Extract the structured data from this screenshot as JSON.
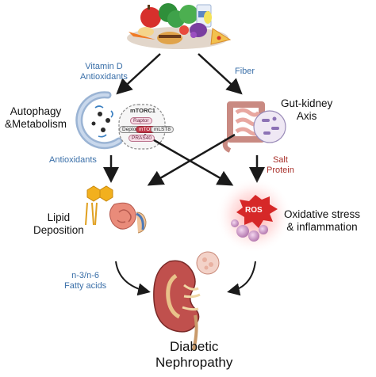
{
  "nodes": {
    "autophagy": "Autophagy\n&Metabolism",
    "gut_kidney": "Gut-kidney\nAxis",
    "lipid": "Lipid\nDeposition",
    "oxidative": "Oxidative stress\n& inflammation",
    "outcome": "Diabetic\nNephropathy"
  },
  "edges": {
    "vitamin": "Vitamin D\nAntioxidants",
    "fiber": "Fiber",
    "antioxidants": "Antioxidants",
    "salt": "Salt\nProtein",
    "fatty": "n-3/n-6\nFatty acids"
  },
  "mtorc": {
    "title": "mTORC1",
    "raptor": "Raptor",
    "mtor": "mTOR",
    "deptor": "Deptor",
    "mlst8": "mLST8",
    "pras40": "PRAS40"
  },
  "ros_label": "ROS",
  "colors": {
    "arrow": "#1a1a1a",
    "blue_text": "#3a6fa8",
    "red_text": "#a8302a",
    "ros": "#d62828",
    "kidney": "#c0504d",
    "intestine": "#e8a7a0"
  }
}
